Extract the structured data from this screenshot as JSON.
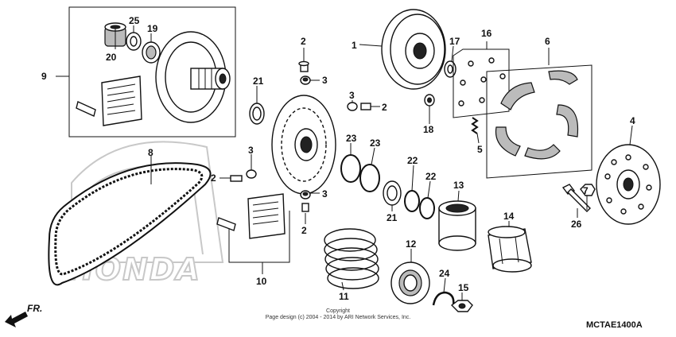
{
  "diagram": {
    "part_numbers": [
      "1",
      "2",
      "3",
      "4",
      "5",
      "6",
      "7",
      "8",
      "9",
      "10",
      "11",
      "12",
      "13",
      "14",
      "15",
      "16",
      "17",
      "18",
      "19",
      "20",
      "21",
      "22",
      "23",
      "24",
      "25",
      "26"
    ],
    "watermark_text": "HONDA",
    "copyright_line1": "Copyright",
    "copyright_line2": "Page design (c) 2004 - 2014 by ARI Network Services, Inc.",
    "diagram_code": "MCTAE1400A",
    "direction_label": "FR."
  }
}
